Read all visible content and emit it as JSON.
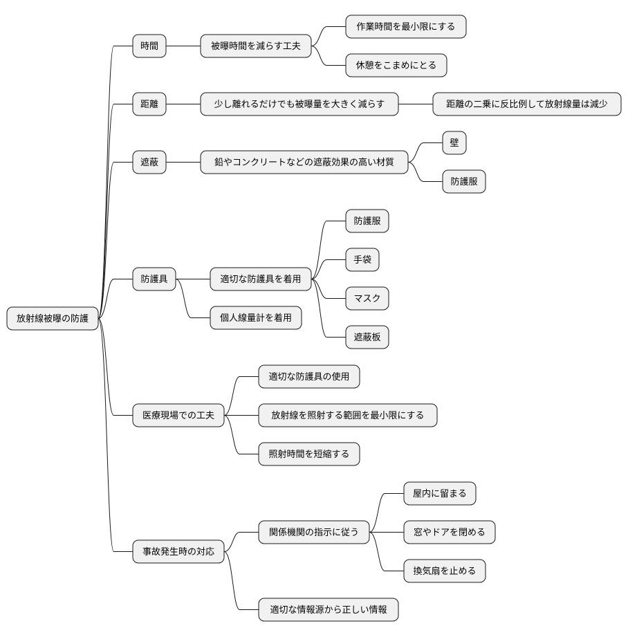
{
  "root": {
    "label": "放射線被曝の防護"
  },
  "branches": [
    {
      "label": "時間",
      "children": [
        {
          "label": "被曝時間を減らす工夫",
          "children": [
            {
              "label": "作業時間を最小限にする"
            },
            {
              "label": "休憩をこまめにとる"
            }
          ]
        }
      ]
    },
    {
      "label": "距離",
      "children": [
        {
          "label": "少し離れるだけでも被曝量を大きく減らす",
          "children": [
            {
              "label": "距離の二乗に反比例して放射線量は減少"
            }
          ]
        }
      ]
    },
    {
      "label": "遮蔽",
      "children": [
        {
          "label": "鉛やコンクリートなどの遮蔽効果の高い材質",
          "children": [
            {
              "label": "壁"
            },
            {
              "label": "防護服"
            }
          ]
        }
      ]
    },
    {
      "label": "防護具",
      "children": [
        {
          "label": "適切な防護具を着用",
          "children": [
            {
              "label": "防護服"
            },
            {
              "label": "手袋"
            },
            {
              "label": "マスク"
            },
            {
              "label": "遮蔽板"
            }
          ]
        },
        {
          "label": "個人線量計を着用"
        }
      ]
    },
    {
      "label": "医療現場での工夫",
      "children": [
        {
          "label": "適切な防護具の使用"
        },
        {
          "label": "放射線を照射する範囲を最小限にする"
        },
        {
          "label": "照射時間を短縮する"
        }
      ]
    },
    {
      "label": "事故発生時の対応",
      "children": [
        {
          "label": "関係機関の指示に従う",
          "children": [
            {
              "label": "屋内に留まる"
            },
            {
              "label": "窓やドアを閉める"
            },
            {
              "label": "換気扇を止める"
            }
          ]
        },
        {
          "label": "適切な情報源から正しい情報"
        }
      ]
    }
  ]
}
